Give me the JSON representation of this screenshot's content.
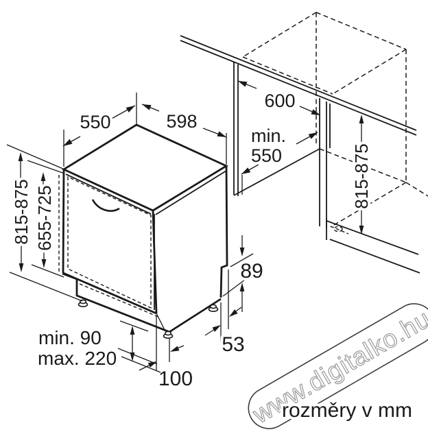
{
  "diagram": {
    "units_label": "rozměry v mm",
    "watermark": "www.digitalko.hu",
    "labels": {
      "top_depth": "550",
      "front_width": "598",
      "niche_width": "600",
      "niche_depth_min": "min.",
      "niche_depth_value": "550",
      "height_total_left": "815-875",
      "height_door": "655-725",
      "height_total_right": "815-875",
      "rear_clearance": "89",
      "foot_offset": "53",
      "plinth_min": "min. 90",
      "plinth_max": "max. 220",
      "foot_inset": "100"
    },
    "colors": {
      "line": "#1a1a1a",
      "background": "#ffffff",
      "watermark_outline": "#a0a0a0"
    }
  }
}
